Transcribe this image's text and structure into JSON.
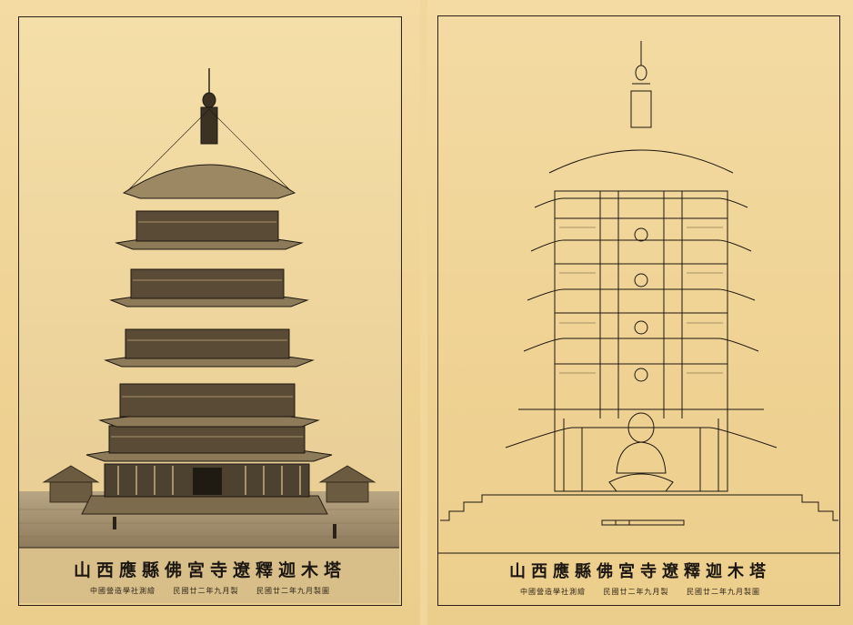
{
  "left_sheet": {
    "title": "山西應縣佛宮寺遼釋迦木塔",
    "credits": [
      "中國營造學社測繪",
      "民國廿二年九月製",
      "民國廿二年九月製圖"
    ]
  },
  "right_sheet": {
    "title": "山西應縣佛宮寺遼釋迦木塔",
    "credits": [
      "中國營造學社測繪",
      "民國廿二年九月製",
      "民國廿二年九月製圖"
    ]
  },
  "colors": {
    "paper": "#f1d79b",
    "ink": "#1c1710"
  }
}
